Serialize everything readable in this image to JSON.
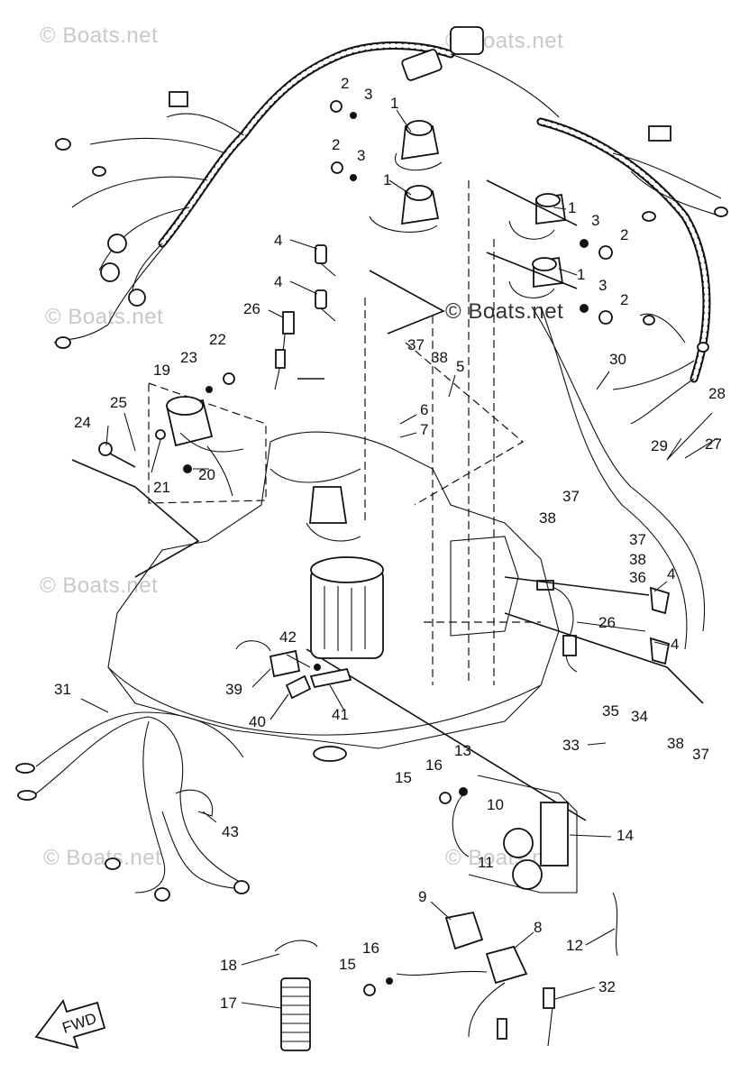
{
  "watermarks": [
    {
      "text": "© Boats.net"
    },
    {
      "text": "© Boats.net"
    },
    {
      "text": "© Boats.net"
    },
    {
      "text": "© Boats.net"
    },
    {
      "text": "© Boats.net"
    },
    {
      "text": "© Boats.net"
    },
    {
      "text": "© Boats.net"
    }
  ],
  "callouts": [
    "1",
    "1",
    "1",
    "1",
    "2",
    "2",
    "2",
    "2",
    "3",
    "3",
    "3",
    "3",
    "4",
    "4",
    "4",
    "4",
    "5",
    "6",
    "7",
    "8",
    "9",
    "10",
    "11",
    "12",
    "13",
    "14",
    "15",
    "15",
    "16",
    "16",
    "17",
    "18",
    "19",
    "20",
    "21",
    "22",
    "23",
    "24",
    "25",
    "26",
    "26",
    "27",
    "28",
    "29",
    "30",
    "31",
    "32",
    "33",
    "34",
    "35",
    "36",
    "37",
    "37",
    "37",
    "37",
    "38",
    "38",
    "38",
    "38",
    "39",
    "40",
    "41",
    "42",
    "43"
  ],
  "fwd_label": "FWD"
}
